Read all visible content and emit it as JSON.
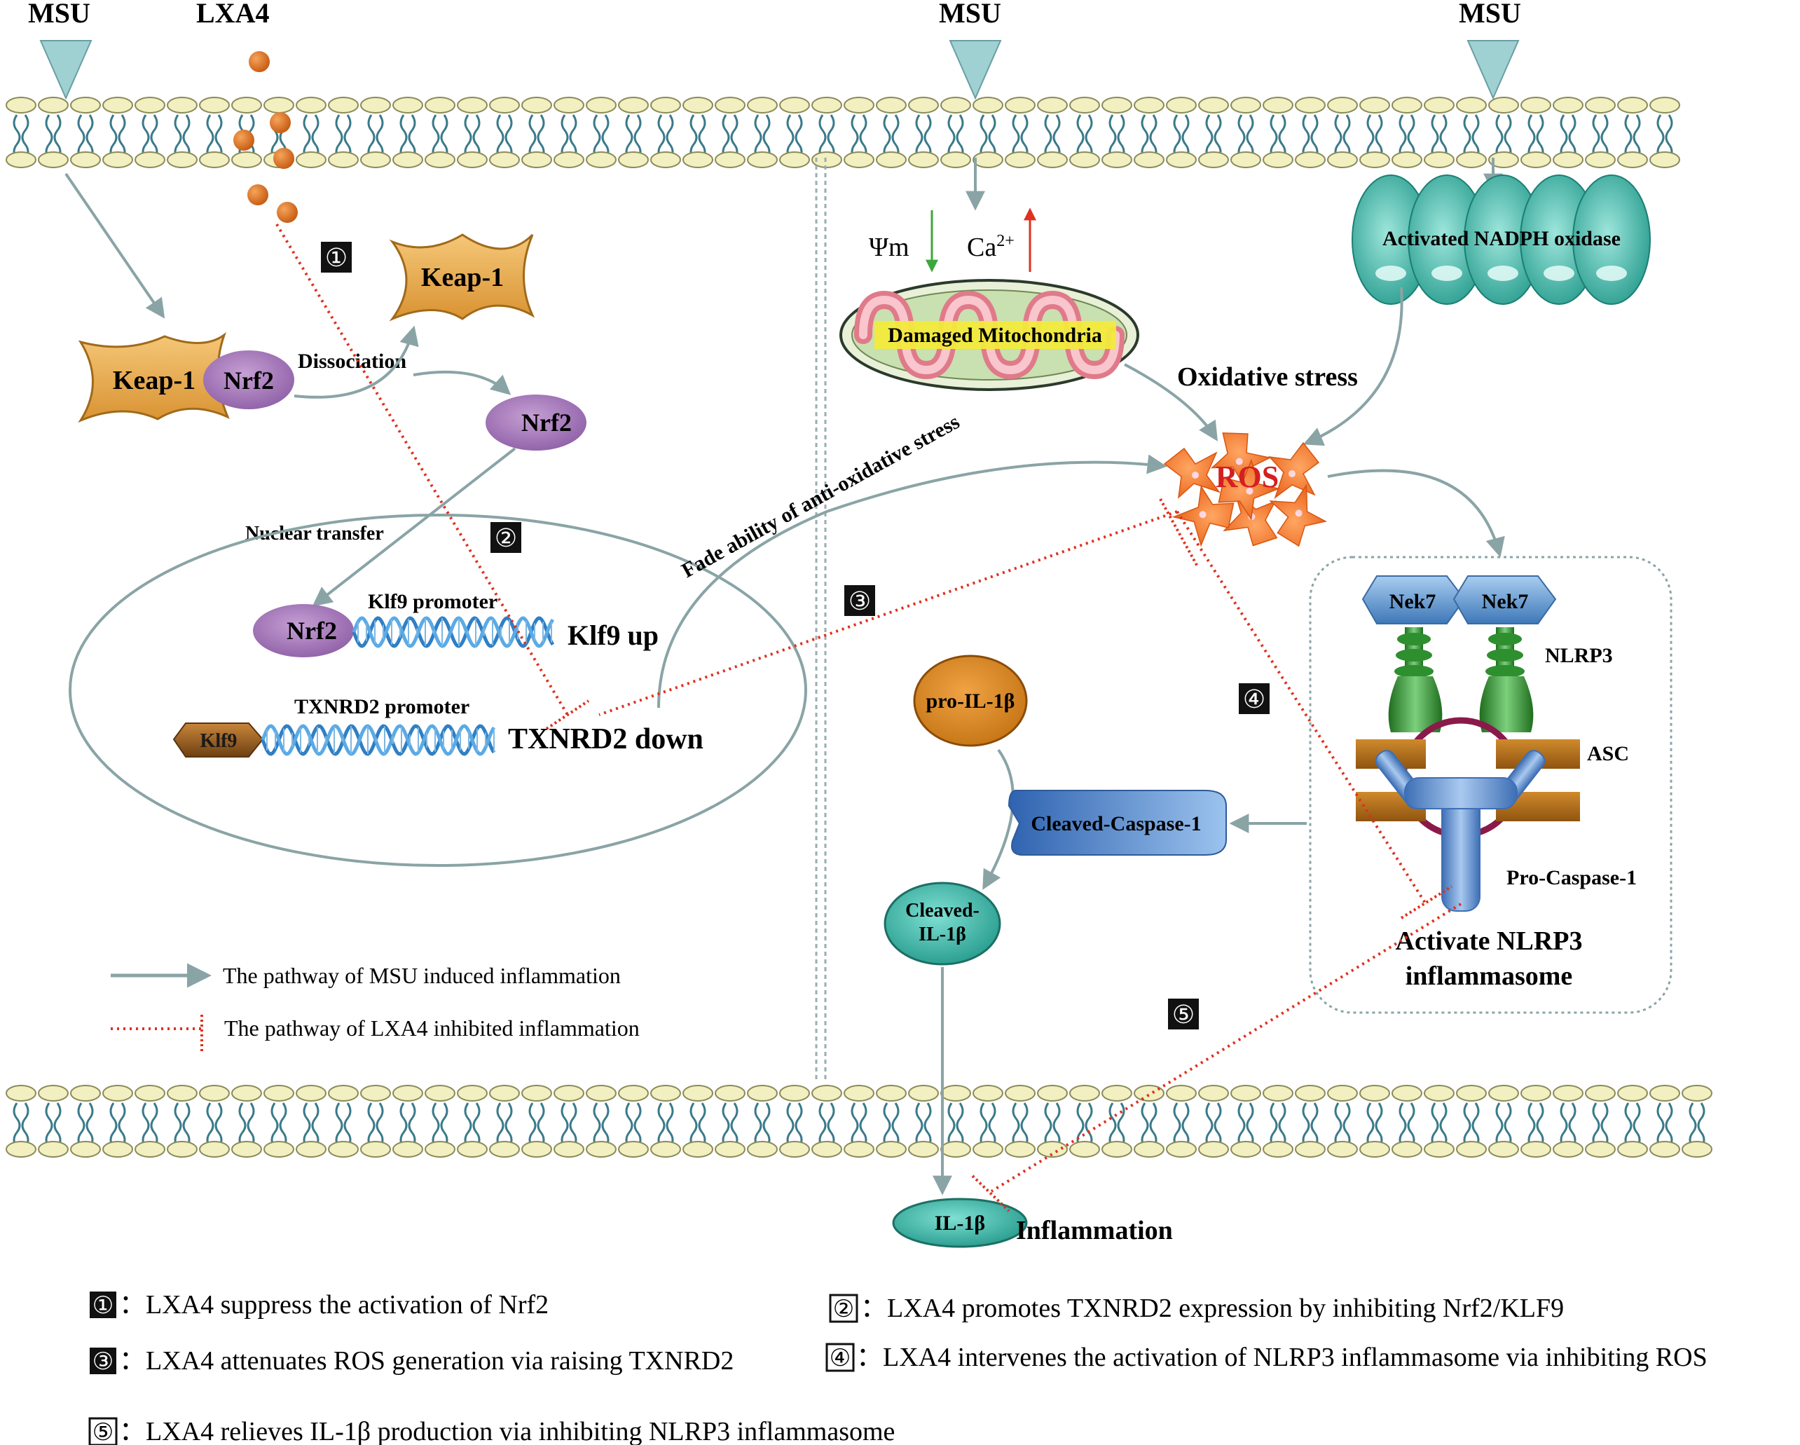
{
  "labels": {
    "msu_left": "MSU",
    "lxa4": "LXA4",
    "msu_middle": "MSU",
    "msu_right": "MSU",
    "keap1_free": "Keap-1",
    "keap1_bound": "Keap-1",
    "nrf2_bound": "Nrf2",
    "dissociation": "Dissociation",
    "nrf2_free": "Nrf2",
    "nuclear_transfer": "Nuclear transfer",
    "nrf2_nucleus": "Nrf2",
    "klf9_promoter": "Klf9 promoter",
    "klf9_up": "Klf9 up",
    "txnrd2_promoter": "TXNRD2 promoter",
    "klf9_box": "Klf9",
    "txnrd2_down": "TXNRD2 down",
    "fade_ability": "Fade ability of anti-oxidative stress",
    "psi_m": "Ψm",
    "ca": "Ca",
    "ca_sup": "2+",
    "damaged_mito": "Damaged Mitochondria",
    "activated_nadph": "Activated NADPH oxidase",
    "oxidative_stress": "Oxidative stress",
    "ros": "ROS",
    "nek7_a": "Nek7",
    "nek7_b": "Nek7",
    "nlrp3": "NLRP3",
    "asc": "ASC",
    "pro_caspase1": "Pro-Caspase-1",
    "activate_nlrp3_line1": "Activate NLRP3",
    "activate_nlrp3_line2": "inflammasome",
    "pro_il1b": "pro-IL-1β",
    "cleaved_caspase1": "Cleaved-Caspase-1",
    "cleaved_il1b_line1": "Cleaved-",
    "cleaved_il1b_line2": "IL-1β",
    "il1b": "IL-1β",
    "inflammation": "Inflammation"
  },
  "step_markers": [
    "①",
    "②",
    "③",
    "④",
    "⑤"
  ],
  "legend": {
    "msu_pathway": "The pathway of MSU induced inflammation",
    "lxa4_pathway": "The pathway of LXA4 inhibited inflammation"
  },
  "footnotes": {
    "n1": {
      "mark": "①",
      "text": "：LXA4 suppress the activation of Nrf2"
    },
    "n2": {
      "mark": "②",
      "text": "：LXA4 promotes TXNRD2 expression  by inhibiting Nrf2/KLF9"
    },
    "n3": {
      "mark": "③",
      "text": "：LXA4 attenuates ROS generation via raising TXNRD2"
    },
    "n4": {
      "mark": "④",
      "text": "：LXA4 intervenes the activation of NLRP3 inflammasome via inhibiting ROS"
    },
    "n5": {
      "mark": "⑤",
      "text": "：LXA4 relieves IL-1β production via inhibiting NLRP3 inflammasome"
    }
  },
  "colors": {
    "msu_arrow": "#8aa4a6",
    "lxa4_inhibit": "#e0301e",
    "keap1": "#e8a849",
    "nrf2": "#9b6fae",
    "nadph": "#2fa99b",
    "ros": "#f07a2e",
    "nek7": "#5b93c9",
    "nlrp3": "#2e8f2e",
    "asc": "#b8751a",
    "caspase": "#5d8fd0",
    "il1b": "#2aa596",
    "pro_il1b": "#d9851f",
    "membrane_head": "#f2efc0",
    "dna": "#3a86c8"
  }
}
